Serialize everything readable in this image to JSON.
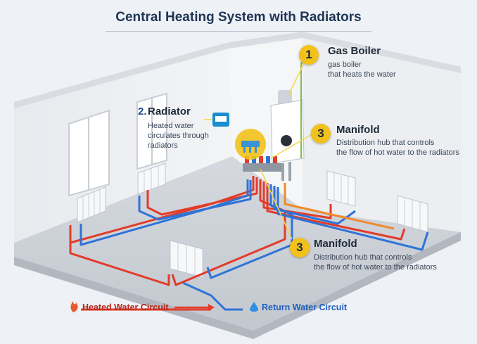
{
  "title": "Central Heating System with Radiators",
  "callouts": [
    {
      "number": "1",
      "name": "Gas Boiler",
      "description": "gas boiler\nthat heats the water"
    },
    {
      "number": "2.",
      "name": "Radiator",
      "description": "Heated water\ncirculates through\nradiators"
    },
    {
      "number": "3",
      "name": "Manifold",
      "description": "Distribution hub that controls\nthe flow of hot water to the radiators"
    },
    {
      "number": "3",
      "name": "Manifold",
      "description": "Distribution hub that controls\nthe flow of hot water to the radiators"
    }
  ],
  "legend": {
    "heated": {
      "label": "Heated Water Circuit",
      "color": "#e23c2b",
      "icon": "flame-icon"
    },
    "return": {
      "label": "Return Water Circuit",
      "color": "#2f73d6",
      "icon": "water-drop-icon"
    }
  },
  "colors": {
    "badge": "#f2c21a",
    "accent_line": "#f5d54a",
    "thermostat": "#1a8ed0"
  }
}
